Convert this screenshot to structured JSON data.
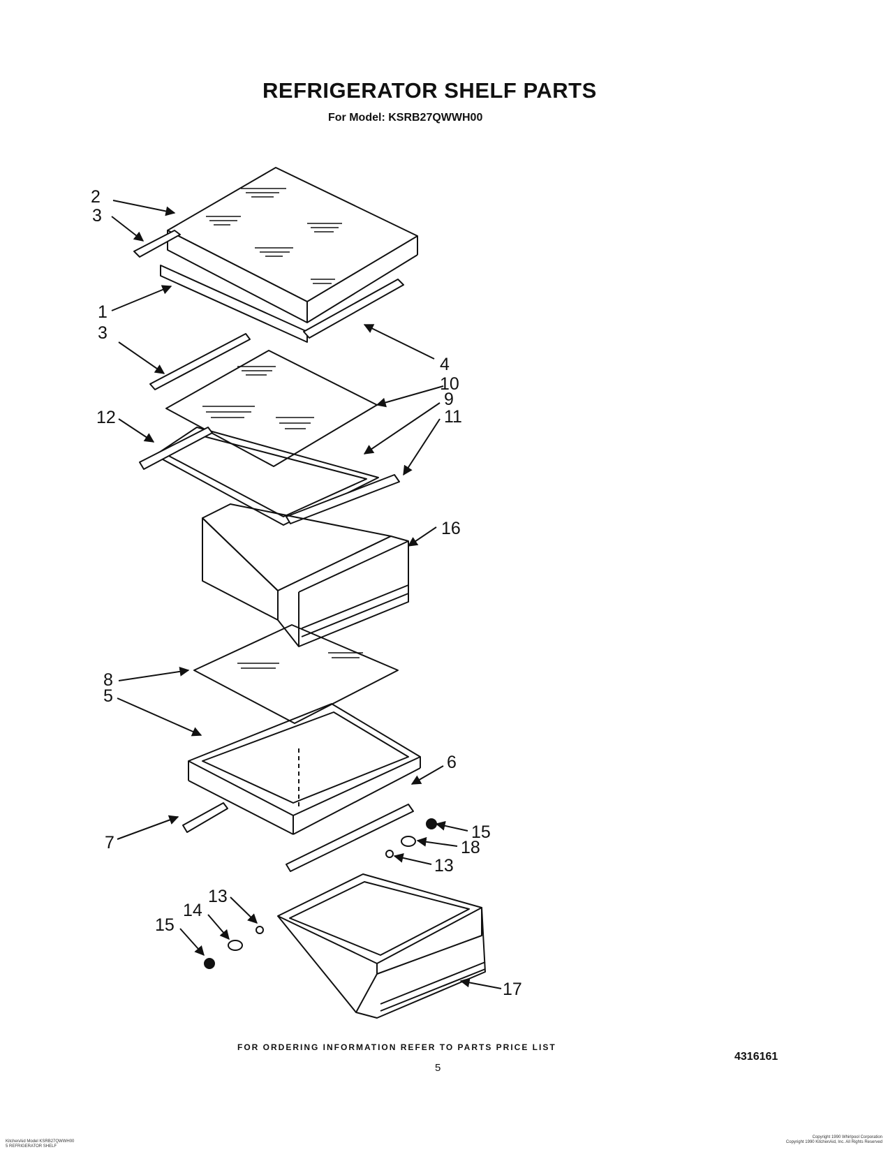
{
  "title": "REFRIGERATOR SHELF PARTS",
  "subtitle": "For Model: KSRB27QWWH00",
  "footer_note": "FOR ORDERING INFORMATION REFER TO PARTS PRICE LIST",
  "page_number": "5",
  "doc_number": "4316161",
  "fine_print_left": [
    "KitchenAid Model KSRB27QWWH00",
    "5 REFRIGERATOR SHELF"
  ],
  "fine_print_right": [
    "Copyright 1990 Whirlpool Corporation",
    "Copyright 1990 KitchenAid, Inc. All Rights Reserved"
  ],
  "callouts": [
    "1",
    "2",
    "3",
    "3",
    "4",
    "5",
    "6",
    "7",
    "8",
    "9",
    "10",
    "11",
    "12",
    "13",
    "13",
    "14",
    "15",
    "15",
    "16",
    "17",
    "18"
  ]
}
